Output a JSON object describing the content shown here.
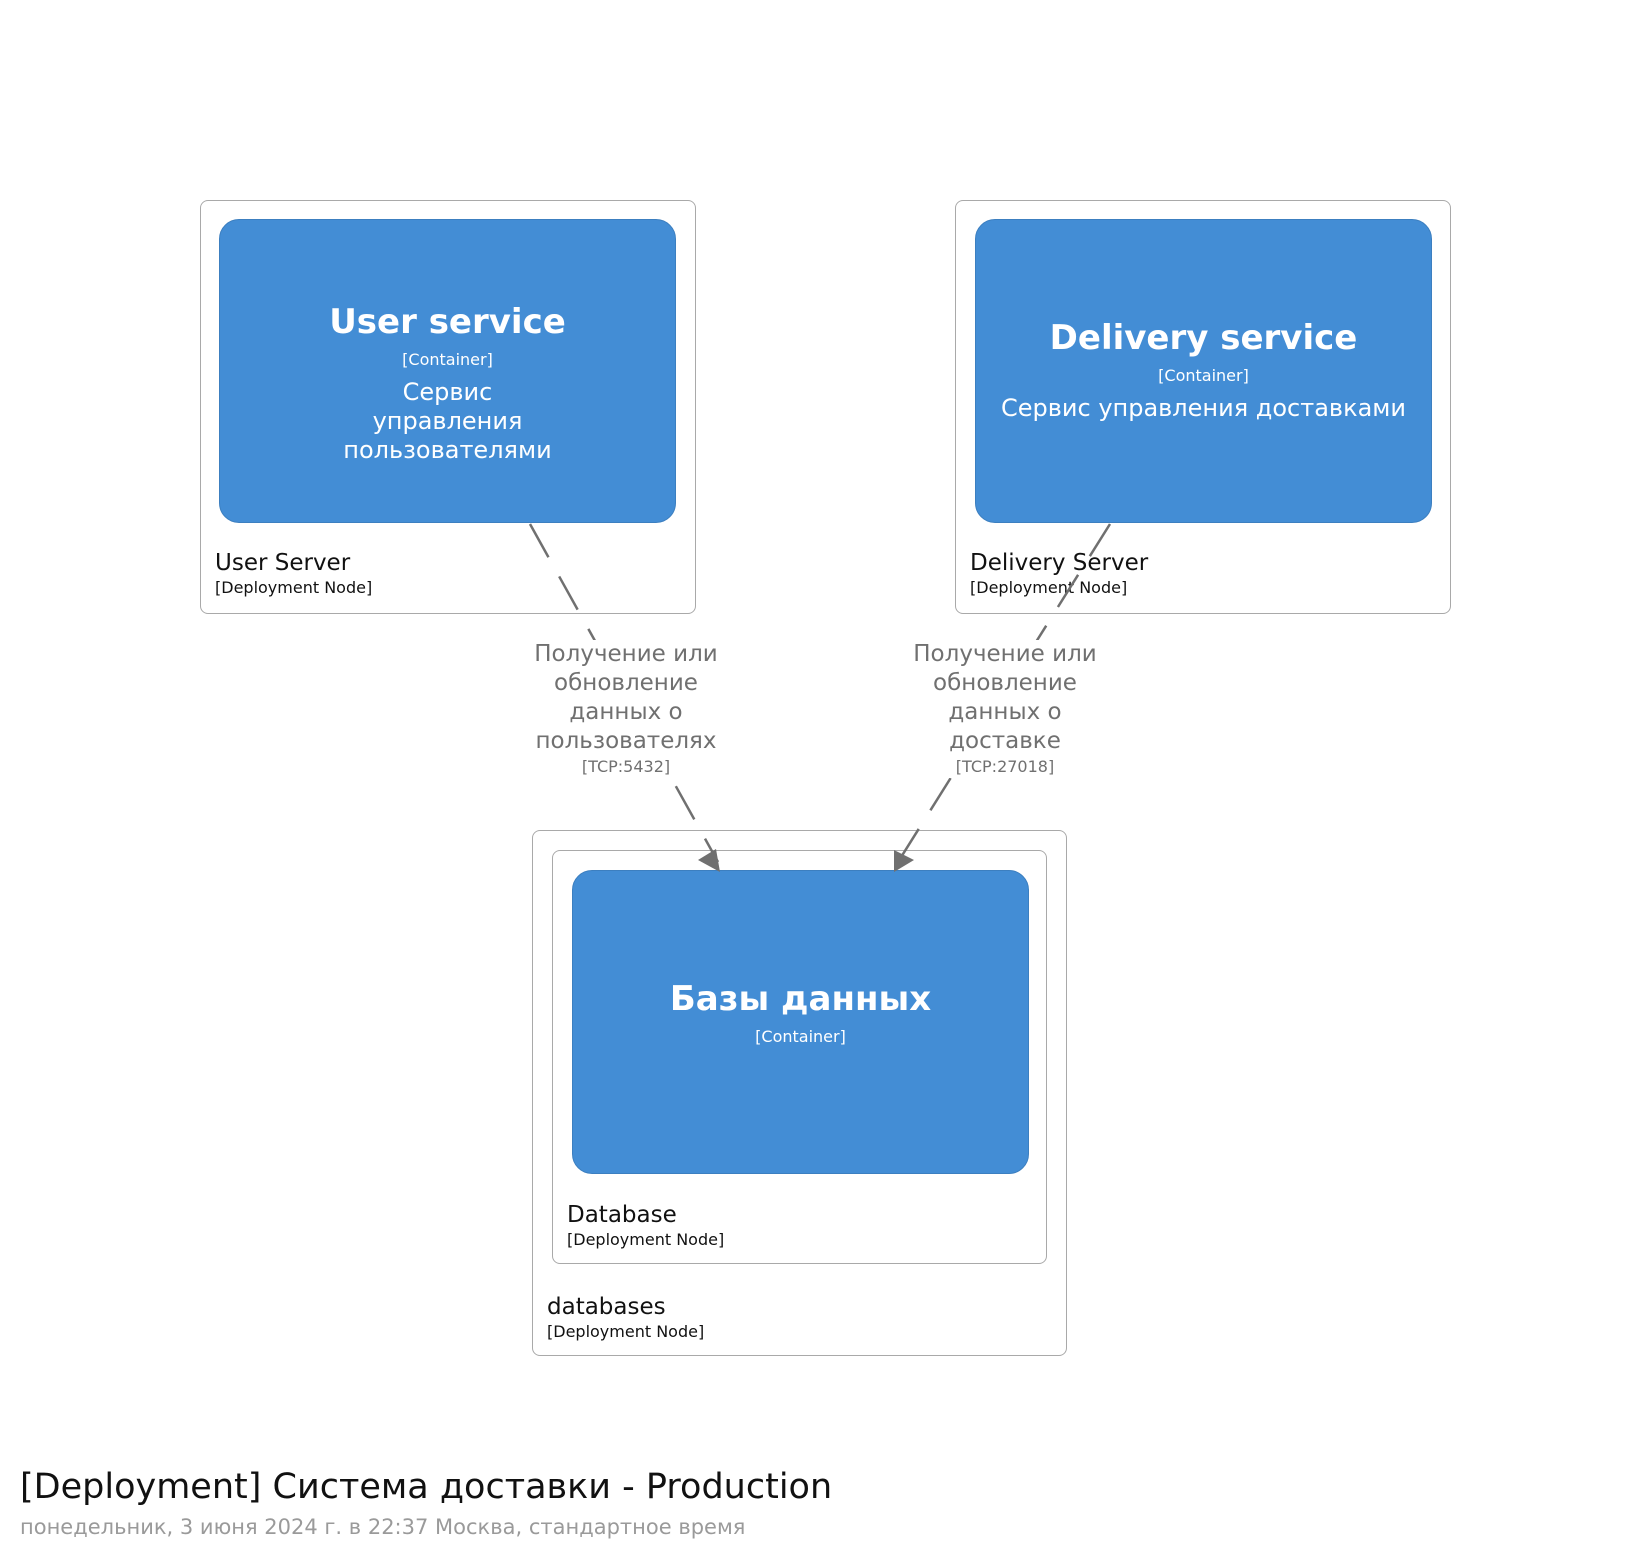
{
  "colors": {
    "container_fill": "#438dd5",
    "container_border": "#3c7fc0",
    "node_border": "#a9a9a9",
    "edge": "#707070",
    "title_text": "#111111",
    "subtitle_text": "#9a9a9a"
  },
  "deployment_nodes": {
    "user_server": {
      "name": "User Server",
      "type": "[Deployment Node]"
    },
    "delivery_server": {
      "name": "Delivery Server",
      "type": "[Deployment Node]"
    },
    "databases": {
      "name": "databases",
      "type": "[Deployment Node]"
    },
    "database": {
      "name": "Database",
      "type": "[Deployment Node]"
    }
  },
  "containers": {
    "user_service": {
      "name": "User service",
      "type": "[Container]",
      "description": "Сервис управления пользователями"
    },
    "delivery_service": {
      "name": "Delivery service",
      "type": "[Container]",
      "description": "Сервис управления доставками"
    },
    "db": {
      "name": "Базы данных",
      "type": "[Container]"
    }
  },
  "relationships": {
    "user_to_db": {
      "description": "Получение или обновление данных о пользователях",
      "technology": "[TCP:5432]"
    },
    "delivery_to_db": {
      "description": "Получение или обновление данных о доставке",
      "technology": "[TCP:27018]"
    }
  },
  "footer": {
    "title": "[Deployment] Система доставки - Production",
    "subtitle": "понедельник, 3 июня 2024 г. в 22:37 Москва, стандартное время"
  }
}
